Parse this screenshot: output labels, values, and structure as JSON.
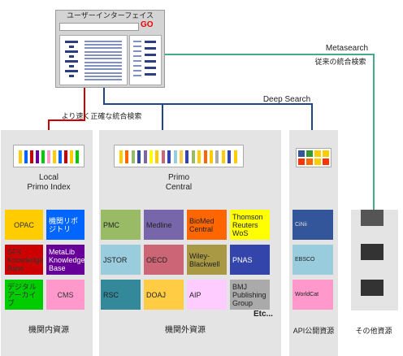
{
  "ui": {
    "title": "ユーザーインターフェイス",
    "go_label": "GO"
  },
  "connectors": {
    "metasearch": "Metasearch",
    "legacy_integrated": "従来の統合検索",
    "deep_search": "Deep Search",
    "faster_search": "より速く正確な統合検索"
  },
  "groups": {
    "local": {
      "index_label_1": "Local",
      "index_label_2": "Primo Index",
      "footer": "機関内資源",
      "items": [
        {
          "label": "OPAC",
          "color": "#ffcc00",
          "text_color": "#333333"
        },
        {
          "label": "機関リポジトリ",
          "color": "#0066ff",
          "text_color": "#ffffff"
        },
        {
          "label": "SFX Knowledge Base",
          "color": "#cc0000",
          "text_color": "#333333"
        },
        {
          "label": "MetaLib Knowledge Base",
          "color": "#660099",
          "text_color": "#ffffff"
        },
        {
          "label": "デジタルアーカイブ",
          "color": "#00cc00",
          "text_color": "#333333"
        },
        {
          "label": "CMS",
          "color": "#ff99cc",
          "text_color": "#333333"
        }
      ]
    },
    "central": {
      "index_label_1": "Primo",
      "index_label_2": "Central",
      "footer": "機関外資源",
      "etc": "Etc...",
      "items": [
        {
          "label": "PMC",
          "color": "#99bb66",
          "text_color": "#222222"
        },
        {
          "label": "Medline",
          "color": "#7766aa",
          "text_color": "#222222"
        },
        {
          "label": "BioMed Central",
          "color": "#ff6600",
          "text_color": "#222222"
        },
        {
          "label": "Thomson Reuters WoS",
          "color": "#ffff00",
          "text_color": "#222222"
        },
        {
          "label": "JSTOR",
          "color": "#99ccdd",
          "text_color": "#222222"
        },
        {
          "label": "OECD",
          "color": "#cc6677",
          "text_color": "#222222"
        },
        {
          "label": "Wiley-Blackwell",
          "color": "#aa9944",
          "text_color": "#222222"
        },
        {
          "label": "PNAS",
          "color": "#3344aa",
          "text_color": "#ffffff"
        },
        {
          "label": "RSC",
          "color": "#338899",
          "text_color": "#222222"
        },
        {
          "label": "DOAJ",
          "color": "#ffcc44",
          "text_color": "#222222"
        },
        {
          "label": "AIP",
          "color": "#ffccff",
          "text_color": "#222222"
        },
        {
          "label": "BMJ Publishing Group",
          "color": "#aaaaaa",
          "text_color": "#222222"
        }
      ]
    },
    "api": {
      "footer": "API公開資源",
      "items": [
        {
          "label": "CiNii",
          "color": "#335599",
          "text_color": "#dddddd"
        },
        {
          "label": "EBSCO",
          "color": "#99ccdd",
          "text_color": "#222222"
        },
        {
          "label": "WorldCat",
          "color": "#ff99cc",
          "text_color": "#222222"
        }
      ]
    },
    "other": {
      "footer": "その他資源"
    }
  },
  "colors": {
    "metasearch_line": "#44aa88",
    "deep_search_line": "#224488",
    "local_line": "#cc0000"
  }
}
